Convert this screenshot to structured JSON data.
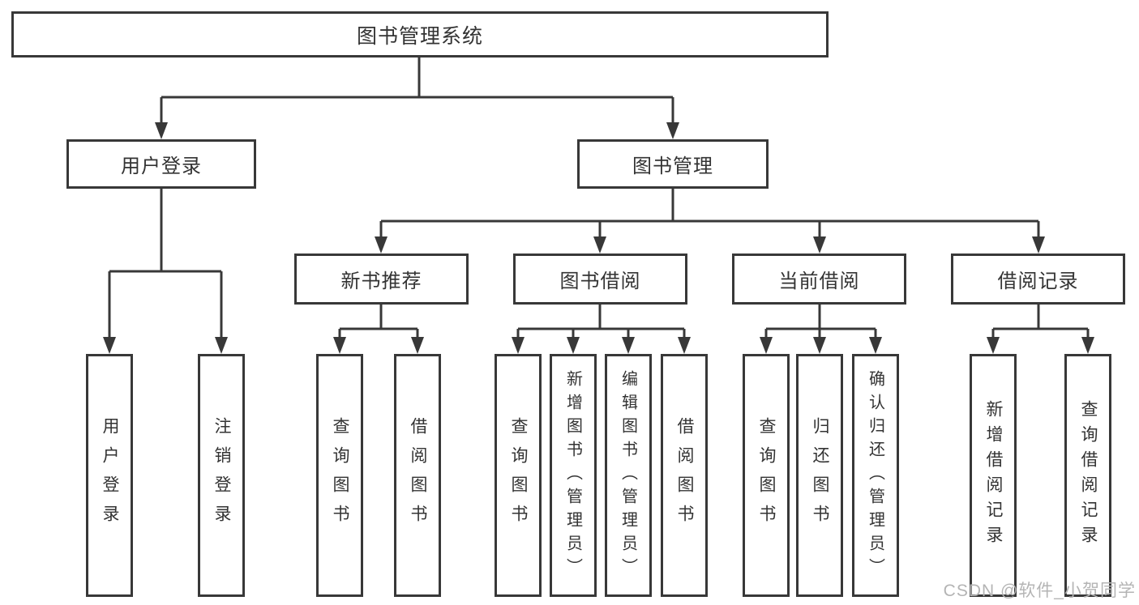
{
  "colors": {
    "line": "#383838",
    "text": "#333333",
    "box_background": "#ffffff",
    "watermark": "#b4b4b4"
  },
  "watermark": {
    "text": "CSDN @软件_小贺同学"
  },
  "tree": {
    "label": "图书管理系统",
    "children": [
      {
        "label": "用户登录",
        "children": [
          {
            "label": "用户登录"
          },
          {
            "label": "注销登录"
          }
        ]
      },
      {
        "label": "图书管理",
        "children": [
          {
            "label": "新书推荐",
            "children": [
              {
                "label": "查询图书"
              },
              {
                "label": "借阅图书"
              }
            ]
          },
          {
            "label": "图书借阅",
            "children": [
              {
                "label": "查询图书"
              },
              {
                "label": "新增图书（管理员）"
              },
              {
                "label": "编辑图书（管理员）"
              },
              {
                "label": "借阅图书"
              }
            ]
          },
          {
            "label": "当前借阅",
            "children": [
              {
                "label": "查询图书"
              },
              {
                "label": "归还图书"
              },
              {
                "label": "确认归还（管理员）"
              }
            ]
          },
          {
            "label": "借阅记录",
            "children": [
              {
                "label": "新增借阅记录"
              },
              {
                "label": "查询借阅记录"
              }
            ]
          }
        ]
      }
    ]
  }
}
